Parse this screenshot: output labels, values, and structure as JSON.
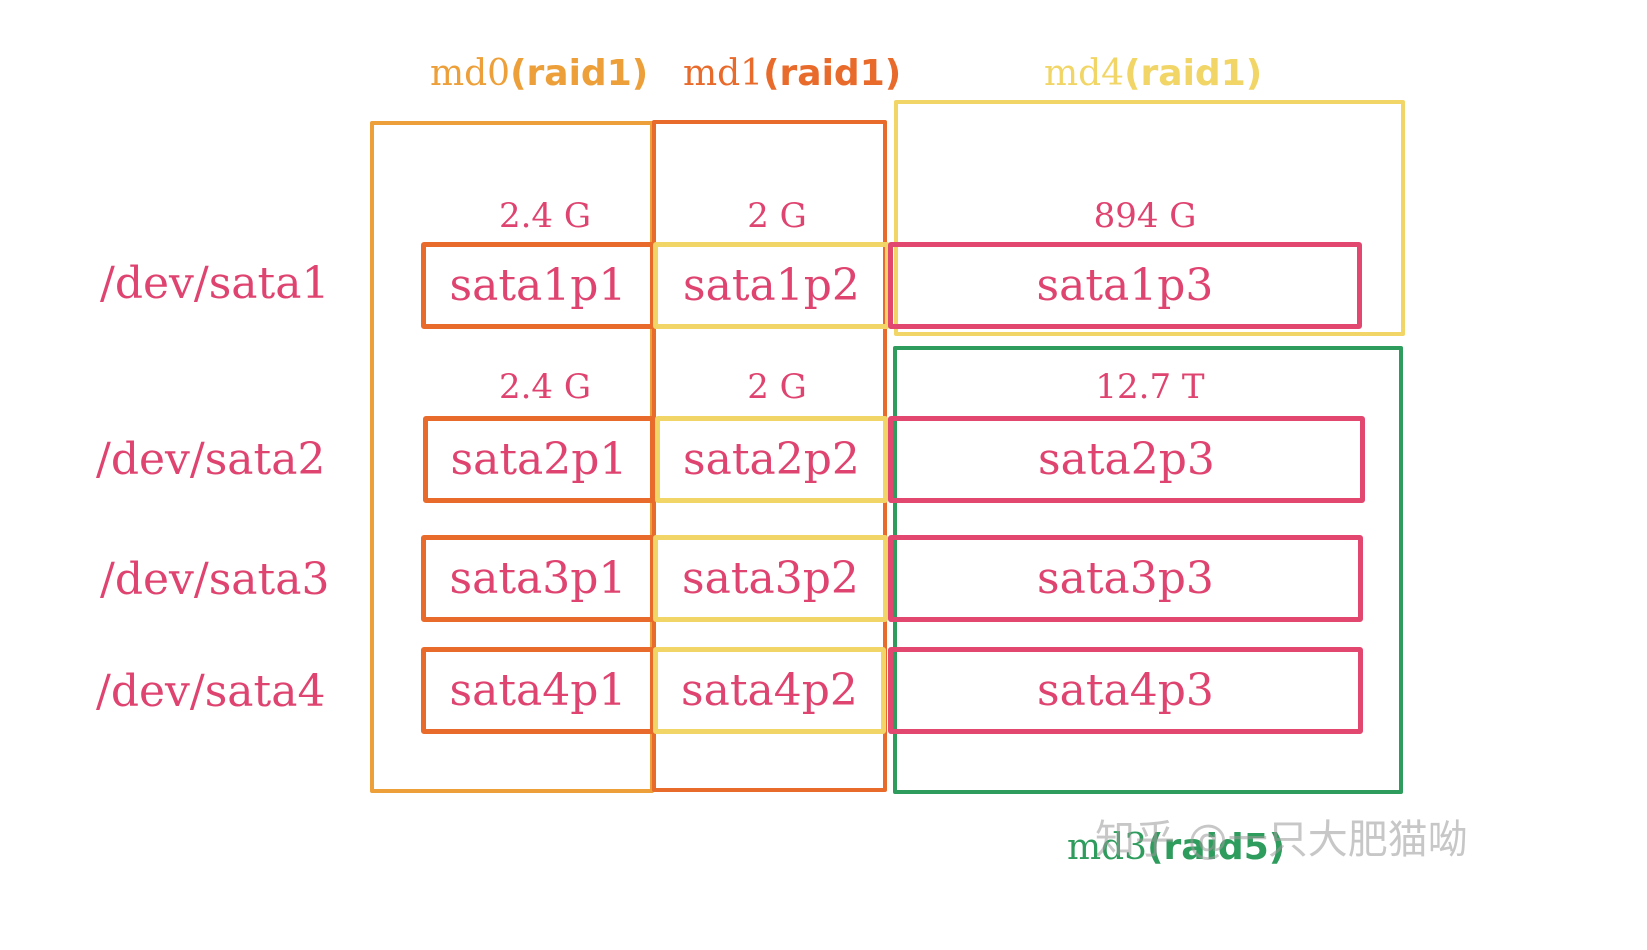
{
  "colors": {
    "pink": "#e2486f",
    "orange_light": "#eda03a",
    "orange_dark": "#e96b2b",
    "yellow": "#f1d667",
    "green": "#2e9c5c",
    "text_pink": "#df4470",
    "watermark": "#9b9b9b"
  },
  "raid_groups": {
    "md0": {
      "name": "md0",
      "level": "(raid1)"
    },
    "md1": {
      "name": "md1",
      "level": "(raid1)"
    },
    "md4": {
      "name": "md4",
      "level": "(raid1)"
    },
    "md3": {
      "name": "md3",
      "level": "(raid5)"
    }
  },
  "devices": [
    {
      "name": "/dev/sata1",
      "partitions": [
        "sata1p1",
        "sata1p2",
        "sata1p3"
      ]
    },
    {
      "name": "/dev/sata2",
      "partitions": [
        "sata2p1",
        "sata2p2",
        "sata2p3"
      ]
    },
    {
      "name": "/dev/sata3",
      "partitions": [
        "sata3p1",
        "sata3p2",
        "sata3p3"
      ]
    },
    {
      "name": "/dev/sata4",
      "partitions": [
        "sata4p1",
        "sata4p2",
        "sata4p3"
      ]
    }
  ],
  "sizes": {
    "row1": [
      "2.4 G",
      "2 G",
      "894 G"
    ],
    "row2": [
      "2.4 G",
      "2 G",
      "12.7 T"
    ]
  },
  "watermark": "知乎 @一只大肥猫呦"
}
